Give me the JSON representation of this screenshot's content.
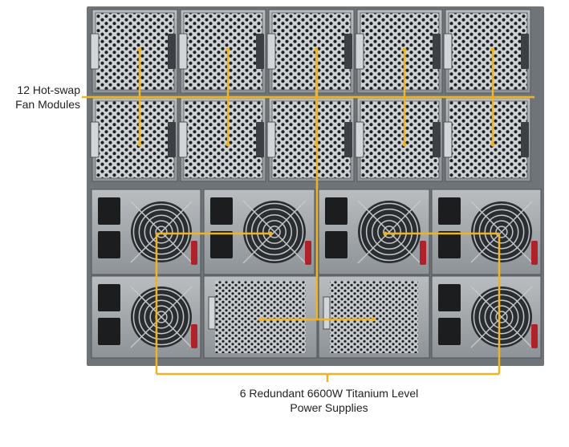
{
  "colors": {
    "callout": "#f0b323",
    "chassis": "#8d9296",
    "chassis_dark": "#2a2d30",
    "panel": "#a9adb1",
    "handle": "#d3d6d8",
    "psu_latch": "#b0222a"
  },
  "callouts": {
    "fans": {
      "line1": "12 Hot-swap",
      "line2": "Fan Modules",
      "count": 12
    },
    "psus": {
      "line1": "6 Redundant 6600W Titanium Level",
      "line2": "Power Supplies",
      "count": 6
    }
  },
  "hardware": {
    "fan_rows": 2,
    "fans_per_row": 5,
    "psu_modules": 6,
    "blank_bays": 2
  }
}
